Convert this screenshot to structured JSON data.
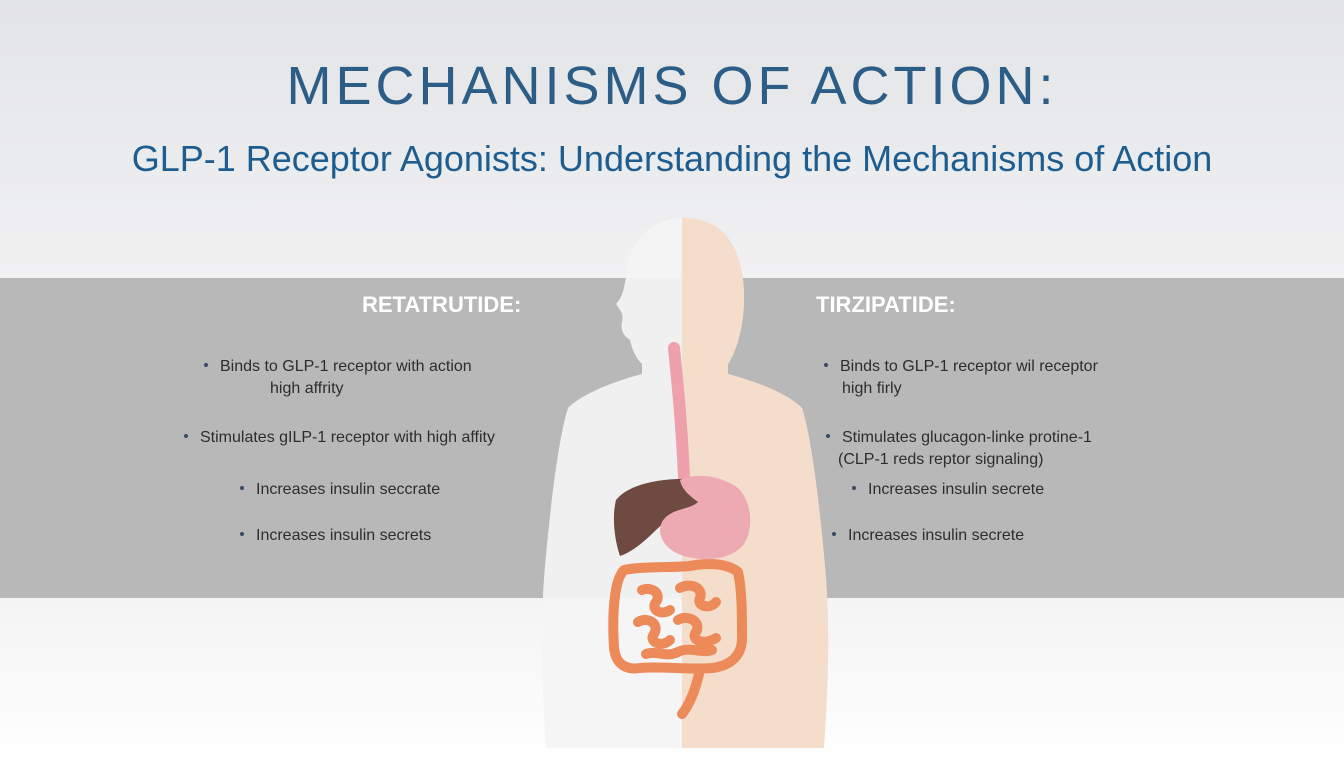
{
  "header": {
    "title": "MECHANISMS OF ACTION:",
    "subtitle": "GLP-1 Receptor Agonists: Understanding the Mechanisms of Action"
  },
  "left": {
    "heading": "RETATRUTIDE:",
    "items": [
      {
        "line1": "Binds to GLP-1 receptor with action",
        "line2": "high affrity"
      },
      {
        "line1": "Stimulates gILP-1 receptor with high affity"
      },
      {
        "line1": "Increases insulin seccrate"
      },
      {
        "line1": "Increases insulin secrets"
      }
    ]
  },
  "right": {
    "heading": "TIRZIPATIDE:",
    "items": [
      {
        "line1": "Binds to GLP-1 receptor wil receptor",
        "line2": "high firly"
      },
      {
        "line1": "Stimulates glucagon-linke protine-1",
        "line2": "(CLP-1 reds reptor signaling)"
      },
      {
        "line1": "Increases insulin secrete"
      },
      {
        "line1": "Increases insulin secrete"
      }
    ]
  },
  "colors": {
    "title": "#2b5d86",
    "band": "#b8b8b9",
    "liver": "#6e4a40",
    "stomach": "#eeaab3",
    "intestine": "#ec8a5a",
    "torso_right": "#f3dcc8"
  }
}
